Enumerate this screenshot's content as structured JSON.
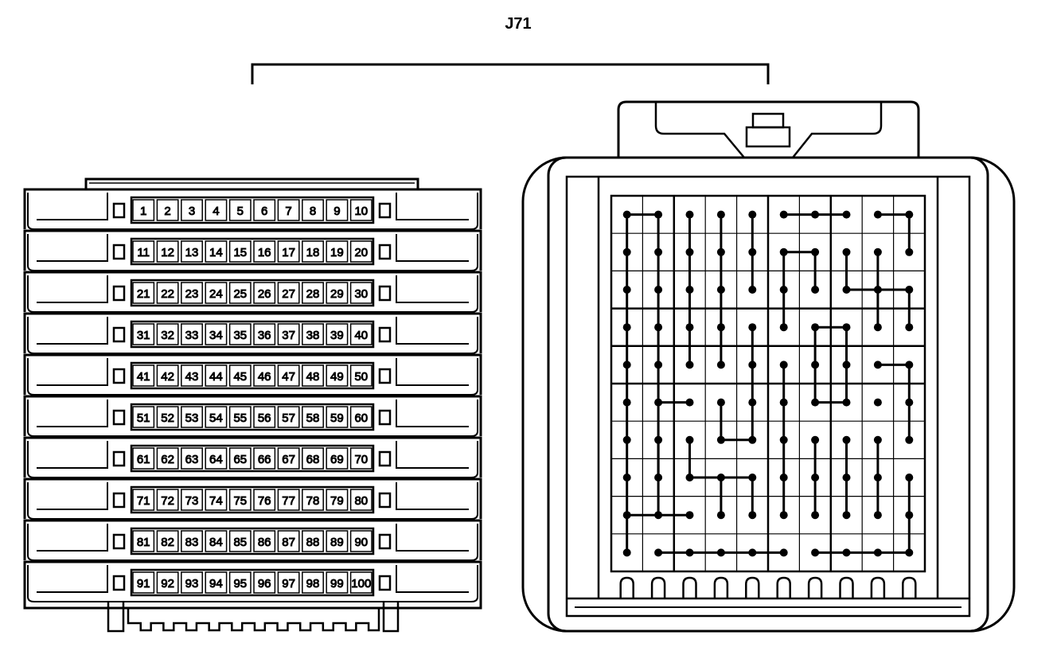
{
  "diagram": {
    "title": "J71",
    "stroke_color": "#000000",
    "background_color": "#ffffff"
  },
  "left_connector": {
    "pin_rows": [
      [
        "1",
        "2",
        "3",
        "4",
        "5",
        "6",
        "7",
        "8",
        "9",
        "10"
      ],
      [
        "11",
        "12",
        "13",
        "14",
        "15",
        "16",
        "17",
        "18",
        "19",
        "20"
      ],
      [
        "21",
        "22",
        "23",
        "24",
        "25",
        "26",
        "27",
        "28",
        "29",
        "30"
      ],
      [
        "31",
        "32",
        "33",
        "34",
        "35",
        "36",
        "37",
        "38",
        "39",
        "40"
      ],
      [
        "41",
        "42",
        "43",
        "44",
        "45",
        "46",
        "47",
        "48",
        "49",
        "50"
      ],
      [
        "51",
        "52",
        "53",
        "54",
        "55",
        "56",
        "57",
        "58",
        "59",
        "60"
      ],
      [
        "61",
        "62",
        "63",
        "64",
        "65",
        "66",
        "67",
        "68",
        "69",
        "70"
      ],
      [
        "71",
        "72",
        "73",
        "74",
        "75",
        "76",
        "77",
        "78",
        "79",
        "80"
      ],
      [
        "81",
        "82",
        "83",
        "84",
        "85",
        "86",
        "87",
        "88",
        "89",
        "90"
      ],
      [
        "91",
        "92",
        "93",
        "94",
        "95",
        "96",
        "97",
        "98",
        "99",
        "100"
      ]
    ]
  },
  "right_connector": {
    "grid_rows": 10,
    "grid_cols": 10,
    "nodes": [
      [
        0,
        0
      ],
      [
        1,
        0
      ],
      [
        2,
        0
      ],
      [
        3,
        0
      ],
      [
        4,
        0
      ],
      [
        5,
        0
      ],
      [
        6,
        0
      ],
      [
        7,
        0
      ],
      [
        8,
        0
      ],
      [
        9,
        0
      ],
      [
        0,
        1
      ],
      [
        1,
        1
      ],
      [
        2,
        1
      ],
      [
        3,
        1
      ],
      [
        4,
        1
      ],
      [
        5,
        1
      ],
      [
        6,
        1
      ],
      [
        7,
        1
      ],
      [
        8,
        1
      ],
      [
        9,
        1
      ],
      [
        0,
        2
      ],
      [
        1,
        2
      ],
      [
        2,
        2
      ],
      [
        3,
        2
      ],
      [
        4,
        2
      ],
      [
        5,
        2
      ],
      [
        6,
        2
      ],
      [
        7,
        2
      ],
      [
        8,
        2
      ],
      [
        9,
        2
      ],
      [
        0,
        3
      ],
      [
        1,
        3
      ],
      [
        2,
        3
      ],
      [
        3,
        3
      ],
      [
        4,
        3
      ],
      [
        5,
        3
      ],
      [
        6,
        3
      ],
      [
        7,
        3
      ],
      [
        8,
        3
      ],
      [
        9,
        3
      ],
      [
        0,
        4
      ],
      [
        1,
        4
      ],
      [
        2,
        4
      ],
      [
        3,
        4
      ],
      [
        4,
        4
      ],
      [
        5,
        4
      ],
      [
        6,
        4
      ],
      [
        7,
        4
      ],
      [
        8,
        4
      ],
      [
        9,
        4
      ],
      [
        0,
        5
      ],
      [
        1,
        5
      ],
      [
        2,
        5
      ],
      [
        3,
        5
      ],
      [
        4,
        5
      ],
      [
        5,
        5
      ],
      [
        6,
        5
      ],
      [
        7,
        5
      ],
      [
        8,
        5
      ],
      [
        9,
        5
      ],
      [
        0,
        6
      ],
      [
        1,
        6
      ],
      [
        2,
        6
      ],
      [
        3,
        6
      ],
      [
        4,
        6
      ],
      [
        5,
        6
      ],
      [
        6,
        6
      ],
      [
        7,
        6
      ],
      [
        8,
        6
      ],
      [
        9,
        6
      ],
      [
        0,
        7
      ],
      [
        1,
        7
      ],
      [
        2,
        7
      ],
      [
        3,
        7
      ],
      [
        4,
        7
      ],
      [
        5,
        7
      ],
      [
        6,
        7
      ],
      [
        7,
        7
      ],
      [
        8,
        7
      ],
      [
        9,
        7
      ],
      [
        0,
        8
      ],
      [
        1,
        8
      ],
      [
        2,
        8
      ],
      [
        3,
        8
      ],
      [
        4,
        8
      ],
      [
        5,
        8
      ],
      [
        6,
        8
      ],
      [
        7,
        8
      ],
      [
        8,
        8
      ],
      [
        9,
        8
      ],
      [
        0,
        9
      ],
      [
        1,
        9
      ],
      [
        2,
        9
      ],
      [
        3,
        9
      ],
      [
        4,
        9
      ],
      [
        5,
        9
      ],
      [
        6,
        9
      ],
      [
        7,
        9
      ],
      [
        8,
        9
      ],
      [
        9,
        9
      ]
    ],
    "connections": [
      [
        [
          0,
          0
        ],
        [
          1,
          0
        ]
      ],
      [
        [
          0,
          0
        ],
        [
          0,
          9
        ]
      ],
      [
        [
          1,
          0
        ],
        [
          1,
          8
        ]
      ],
      [
        [
          2,
          0
        ],
        [
          2,
          4
        ]
      ],
      [
        [
          3,
          0
        ],
        [
          3,
          4
        ]
      ],
      [
        [
          4,
          0
        ],
        [
          4,
          2
        ]
      ],
      [
        [
          5,
          0
        ],
        [
          7,
          0
        ]
      ],
      [
        [
          8,
          0
        ],
        [
          9,
          0
        ]
      ],
      [
        [
          9,
          0
        ],
        [
          9,
          1
        ]
      ],
      [
        [
          5,
          1
        ],
        [
          6,
          1
        ]
      ],
      [
        [
          5,
          1
        ],
        [
          5,
          3
        ]
      ],
      [
        [
          6,
          1
        ],
        [
          6,
          2
        ]
      ],
      [
        [
          7,
          1
        ],
        [
          7,
          2
        ]
      ],
      [
        [
          7,
          2
        ],
        [
          9,
          2
        ]
      ],
      [
        [
          8,
          1
        ],
        [
          8,
          3
        ]
      ],
      [
        [
          9,
          2
        ],
        [
          9,
          3
        ]
      ],
      [
        [
          6,
          3
        ],
        [
          7,
          3
        ]
      ],
      [
        [
          6,
          3
        ],
        [
          6,
          5
        ]
      ],
      [
        [
          6,
          5
        ],
        [
          7,
          5
        ]
      ],
      [
        [
          7,
          3
        ],
        [
          7,
          5
        ]
      ],
      [
        [
          4,
          3
        ],
        [
          4,
          5
        ]
      ],
      [
        [
          8,
          4
        ],
        [
          9,
          4
        ]
      ],
      [
        [
          9,
          4
        ],
        [
          9,
          5
        ]
      ],
      [
        [
          5,
          4
        ],
        [
          5,
          8
        ]
      ],
      [
        [
          1,
          5
        ],
        [
          2,
          5
        ]
      ],
      [
        [
          3,
          5
        ],
        [
          3,
          6
        ]
      ],
      [
        [
          3,
          6
        ],
        [
          4,
          6
        ]
      ],
      [
        [
          4,
          5
        ],
        [
          4,
          6
        ]
      ],
      [
        [
          9,
          6
        ],
        [
          9,
          5
        ]
      ],
      [
        [
          2,
          6
        ],
        [
          2,
          7
        ]
      ],
      [
        [
          2,
          7
        ],
        [
          4,
          7
        ]
      ],
      [
        [
          3,
          7
        ],
        [
          3,
          8
        ]
      ],
      [
        [
          4,
          7
        ],
        [
          4,
          8
        ]
      ],
      [
        [
          6,
          6
        ],
        [
          6,
          8
        ]
      ],
      [
        [
          7,
          6
        ],
        [
          7,
          8
        ]
      ],
      [
        [
          8,
          6
        ],
        [
          8,
          8
        ]
      ],
      [
        [
          9,
          7
        ],
        [
          9,
          9
        ]
      ],
      [
        [
          0,
          8
        ],
        [
          2,
          8
        ]
      ],
      [
        [
          1,
          9
        ],
        [
          5,
          9
        ]
      ],
      [
        [
          6,
          9
        ],
        [
          9,
          9
        ]
      ],
      [
        [
          1,
          6
        ],
        [
          1,
          7
        ]
      ]
    ]
  }
}
